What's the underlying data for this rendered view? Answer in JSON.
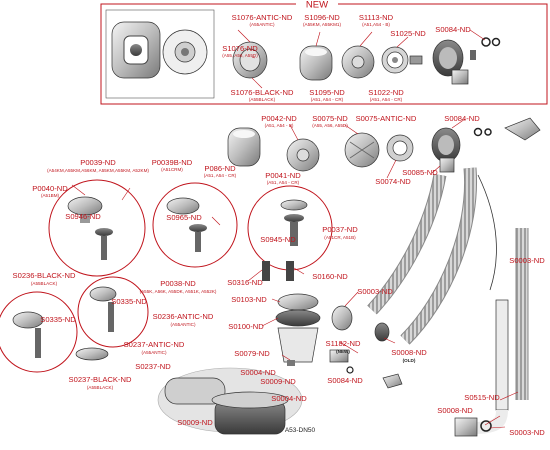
{
  "new_banner": "NEW",
  "labels": {
    "s1076_antic": {
      "code": "S1076-ANTIC-ND",
      "sub": "(A55ANTIC)"
    },
    "s1076": {
      "code": "S1076-ND",
      "sub": "(A55, A56, A55D)"
    },
    "s1076_black": {
      "code": "S1076-BLACK-ND",
      "sub": "(A55BLACK)"
    },
    "s1096": {
      "code": "S1096-ND",
      "sub": "(A55KM, A55KM1)"
    },
    "s1095": {
      "code": "S1095-ND",
      "sub": "(A51, A54 - CR)"
    },
    "s1113": {
      "code": "S1113-ND",
      "sub": "(A51,A54 - B)"
    },
    "s1025": {
      "code": "S1025-ND",
      "sub": ""
    },
    "s1022": {
      "code": "S1022-ND",
      "sub": "(A51, A54 - CR)"
    },
    "s0084_top": {
      "code": "S0084-ND",
      "sub": ""
    },
    "p0042": {
      "code": "P0042-ND",
      "sub": "(A51, A54 - B)"
    },
    "s0075": {
      "code": "S0075-ND",
      "sub": "(A55, A56, A55D)"
    },
    "s0075_antic": {
      "code": "S0075-ANTIC-ND",
      "sub": ""
    },
    "s0084_mid": {
      "code": "S0084-ND",
      "sub": ""
    },
    "p086": {
      "code": "P086-ND",
      "sub": "(A51, A54 - CR)"
    },
    "p0041": {
      "code": "P0041-ND",
      "sub": "(A51, A54 - CR)"
    },
    "s0074": {
      "code": "S0074-ND",
      "sub": ""
    },
    "s0085": {
      "code": "S0085-ND",
      "sub": ""
    },
    "p0039": {
      "code": "P0039-ND",
      "sub": "(A54KM,A55KM,A56KM, A55KM,A55KM, A52KM)"
    },
    "p0039b": {
      "code": "P0039B-ND",
      "sub": "(A51CRM)"
    },
    "p0040": {
      "code": "P0040-ND",
      "sub": "(A51BM)"
    },
    "s0946": {
      "code": "S0946-ND",
      "sub": ""
    },
    "s0965": {
      "code": "S0965-ND",
      "sub": ""
    },
    "s0945": {
      "code": "S0945-ND",
      "sub": ""
    },
    "p0037": {
      "code": "P0037-ND",
      "sub": "(A51CR, A51B)"
    },
    "s0316": {
      "code": "S0316-ND",
      "sub": ""
    },
    "s0160": {
      "code": "S0160-ND",
      "sub": ""
    },
    "s0236_black": {
      "code": "S0236-BLACK-ND",
      "sub": "(A55BLACK)"
    },
    "p0038": {
      "code": "P0038-ND",
      "sub": "(A55K, A56K, A55DK, A551K, A552K)"
    },
    "s0335_a": {
      "code": "S0335-ND",
      "sub": ""
    },
    "s0335_b": {
      "code": "S0335-ND",
      "sub": ""
    },
    "s0236_antic": {
      "code": "S0236-ANTIC-ND",
      "sub": "(A55ANTIC)"
    },
    "s0103": {
      "code": "S0103-ND",
      "sub": ""
    },
    "s0003_top": {
      "code": "S0003-ND",
      "sub": ""
    },
    "s0100": {
      "code": "S0100-ND",
      "sub": ""
    },
    "s0237_antic": {
      "code": "S0237-ANTIC-ND",
      "sub": "(A55ANTIC)"
    },
    "s0237": {
      "code": "S0237-ND",
      "sub": ""
    },
    "s0237_black": {
      "code": "S0237-BLACK-ND",
      "sub": "(A55BLACK)"
    },
    "s1182": {
      "code": "S1182-ND",
      "sub": "(NEW)"
    },
    "s0008_old": {
      "code": "S0008-ND",
      "sub": "(OLD)"
    },
    "s0079": {
      "code": "S0079-ND",
      "sub": ""
    },
    "s0084_bot": {
      "code": "S0084-ND",
      "sub": ""
    },
    "s0004_a": {
      "code": "S0004-ND",
      "sub": ""
    },
    "s0009_a": {
      "code": "S0009-ND",
      "sub": ""
    },
    "s0004_b": {
      "code": "S0004-ND",
      "sub": ""
    },
    "s0009_b": {
      "code": "S0009-ND",
      "sub": ""
    },
    "s0515": {
      "code": "S0515-ND",
      "sub": ""
    },
    "s0008_bot": {
      "code": "S0008-ND",
      "sub": ""
    },
    "s0003_bot": {
      "code": "S0003-ND",
      "sub": ""
    }
  },
  "trap_label": "A53-DN50"
}
